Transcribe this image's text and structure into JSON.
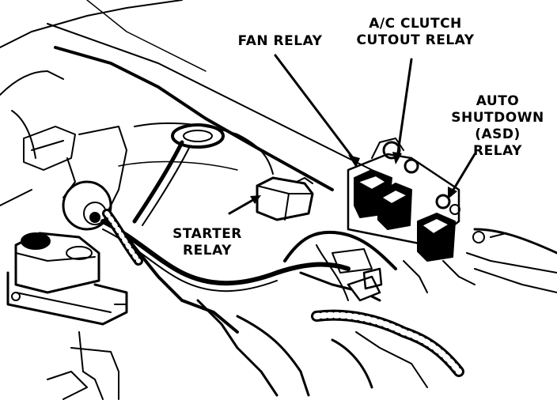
{
  "labels": {
    "fan_relay": "FAN RELAY",
    "ac_clutch_line1": "A/C CLUTCH",
    "ac_clutch_line2": "CUTOUT RELAY",
    "asd_line1": "AUTO",
    "asd_line2": "SHUTDOWN",
    "asd_line3": "(ASD)",
    "asd_line4": "RELAY",
    "starter_line1": "STARTER",
    "starter_line2": "RELAY"
  },
  "colors": {
    "ink": "#000000",
    "paper": "#ffffff"
  }
}
